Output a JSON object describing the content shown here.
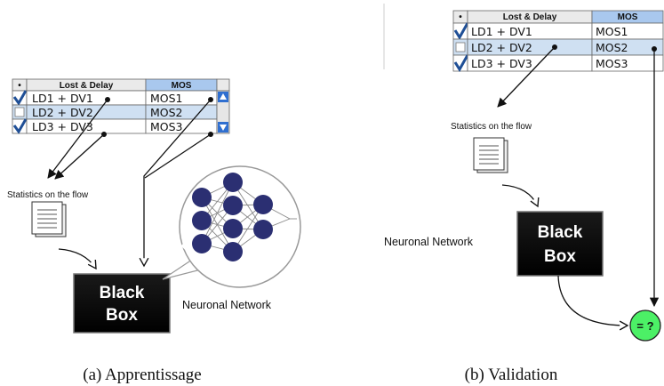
{
  "colors": {
    "header_mos_bg": "#a9c8ee",
    "header_bg": "#eaeaea",
    "row_selected": "#cfe0f2",
    "check": "#1f4f96",
    "node_fill": "#2b2f72",
    "result_fill": "#4cf066",
    "black_box": "#000000"
  },
  "panel_a": {
    "header_dot": "•",
    "col_lost_delay": "Lost & Delay",
    "col_mos": "MOS",
    "rows": [
      {
        "ld": "LD1 + DV1",
        "mos": "MOS1",
        "checked": true
      },
      {
        "ld": "LD2 + DV2",
        "mos": "MOS2",
        "checked": false
      },
      {
        "ld": "LD3 + DV3",
        "mos": "MOS3",
        "checked": true
      }
    ],
    "stats_label": "Statistics on the flow",
    "black_box_line1": "Black",
    "black_box_line2": "Box",
    "nn_label": "Neuronal Network",
    "caption": "(a)  Apprentissage"
  },
  "panel_b": {
    "header_dot": "•",
    "col_lost_delay": "Lost & Delay",
    "col_mos": "MOS",
    "rows": [
      {
        "ld": "LD1 + DV1",
        "mos": "MOS1",
        "checked": true
      },
      {
        "ld": "LD2 + DV2",
        "mos": "MOS2",
        "checked": false
      },
      {
        "ld": "LD3 + DV3",
        "mos": "MOS3",
        "checked": true
      }
    ],
    "stats_label": "Statistics on the flow",
    "nn_label": "Neuronal Network",
    "black_box_line1": "Black",
    "black_box_line2": "Box",
    "compare_label": "= ?",
    "caption": "(b)  Validation"
  }
}
